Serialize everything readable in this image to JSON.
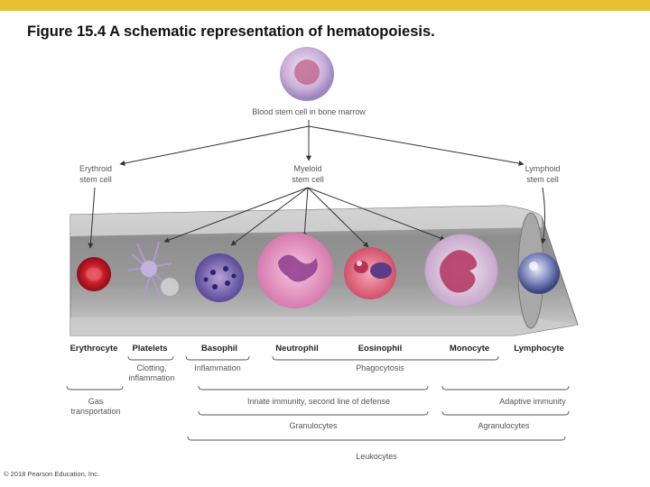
{
  "title": "Figure 15.4  A schematic representation of hematopoiesis.",
  "stem_cells": {
    "blood": "Blood stem cell in bone marrow",
    "erythroid": [
      "Erythroid",
      "stem cell"
    ],
    "myeloid": [
      "Myeloid",
      "stem cell"
    ],
    "lymphoid": [
      "Lymphoid",
      "stem cell"
    ]
  },
  "cells": [
    "Erythrocyte",
    "Platelets",
    "Basophil",
    "Neutrophil",
    "Eosinophil",
    "Monocyte",
    "Lymphocyte"
  ],
  "functions": {
    "clotting": [
      "Clotting,",
      "inflammation"
    ],
    "inflammation": "Inflammation",
    "phagocytosis": "Phagocytosis",
    "gas": [
      "Gas",
      "transportation"
    ],
    "innate": "Innate immunity, second line of defense",
    "adaptive": "Adaptive immunity"
  },
  "groups": {
    "granulocytes": "Granulocytes",
    "agranulocytes": "Agranulocytes",
    "leukocytes": "Leukocytes"
  },
  "copyright": "© 2018 Pearson Education, Inc.",
  "colors": {
    "accent_bar": "#e8c030"
  }
}
